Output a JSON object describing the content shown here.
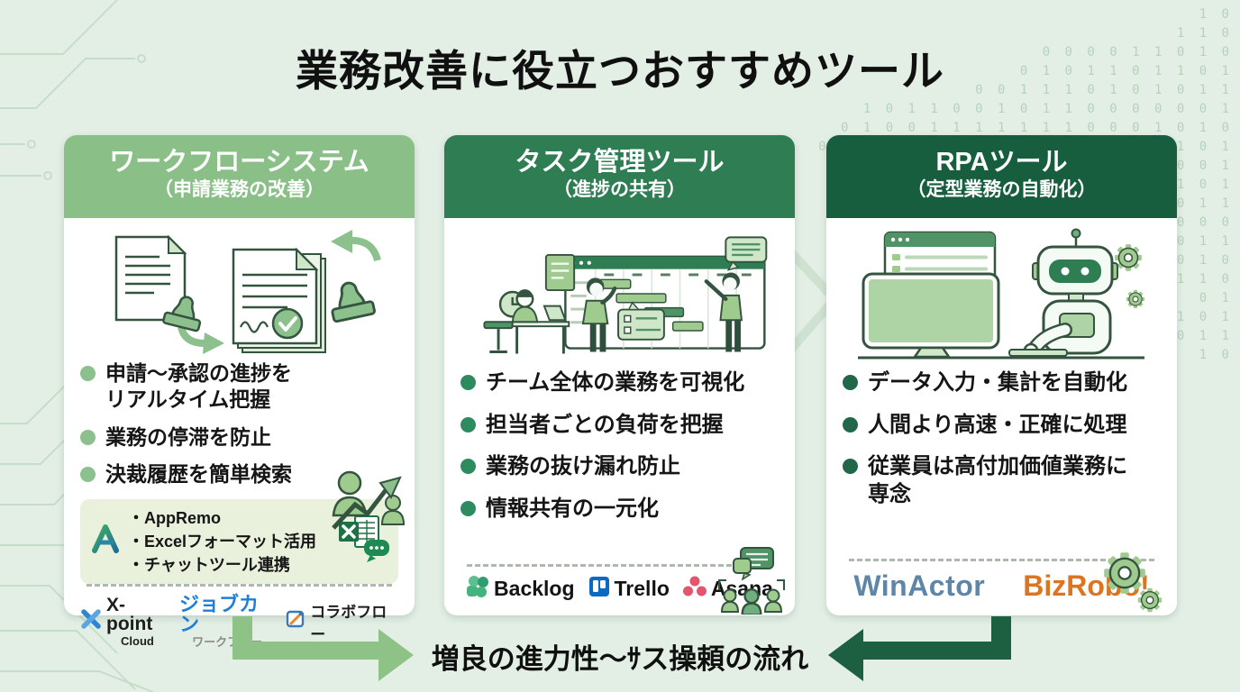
{
  "title": "業務改善に役立つおすすめツール",
  "cards": [
    {
      "title": "ワークフローシステム",
      "subtitle": "（申請業務の改善）",
      "bullets": [
        "申請〜承認の進捗を\nリアルタイム把握",
        "業務の停滞を防止",
        "決裁履歴を簡単検索"
      ],
      "features": [
        "・AppRemo",
        "・Excelフォーマット活用",
        "・チャットツール連携"
      ],
      "logos": {
        "xpoint": "X-point",
        "xpoint_sub": "Cloud",
        "jobcan": "ジョブカン",
        "jobcan_sub": "ワークフロー",
        "collabo": "コラボフロー"
      },
      "header_color": "#8abf88"
    },
    {
      "title": "タスク管理ツール",
      "subtitle": "（進捗の共有）",
      "bullets": [
        "チーム全体の業務を可視化",
        "担当者ごとの負荷を把握",
        "業務の抜け漏れ防止",
        "情報共有の一元化"
      ],
      "logos": {
        "backlog": "Backlog",
        "trello": "Trello",
        "asana": "Asana"
      },
      "header_color": "#2e7d53"
    },
    {
      "title": "RPAツール",
      "subtitle": "（定型業務の自動化）",
      "bullets": [
        "データ入力・集計を自動化",
        "人間より高速・正確に処理",
        "従業員は高付加価値業務に\n専念"
      ],
      "logos": {
        "winactor": "WinActor",
        "bizrobo": "BizRobo!"
      },
      "header_color": "#175e3e"
    }
  ],
  "footer": {
    "label": "増良の進力性〜ｻス操頼の流れ"
  },
  "colors": {
    "page_bg": "#e3efe5",
    "arrow_left": "#8fc287",
    "arrow_right": "#1c5f41",
    "jobcan_blue": "#1f7fd6",
    "trello_blue": "#0b6bc2",
    "asana_red": "#e4566e",
    "backlog_green": "#3fae7c",
    "winactor_blue": "#5d86a8",
    "bizrobo_orange": "#df7420"
  },
  "decor": {
    "binary": "1 0\n1 1 0\n0 0 0 0 1 1 0 1 0\n0 1 0 1 1 0 1 1 0 1\n0 0 1 1 1 0 1 0 1 0 1 1\n1 0 1 1 0 0 1 0 1 1 0 0 0 0 0 0 1\n0 1 0 0 1 1 1 1 1 1 1 0 0 0 1 0 1 0\n0 1 0 0 0 0 0 0 1 1 0 1 0 1 0 0 1 0 1\n1 0 0 0 1 0 0 1 0 0 1 1 1 1 0 0 0 1\n1 1 0 0 0 1 0 1 0 1 1 1 1 1 0 1 0 1\n1 0 1 1 1 1 1 1 1 0 1 0 1 1 0 1 1\n0 1 0 0 0\n1 0 1 1\n0 1 0\n1 1 0\n0 1\n1 0 1\n0 1 1\n1 0"
  }
}
